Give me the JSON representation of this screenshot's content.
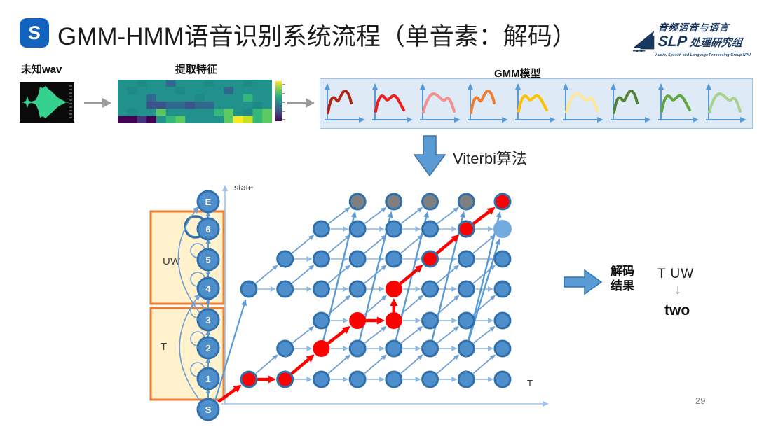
{
  "slide": {
    "title": "GMM-HMM语音识别系统流程（单音素：解码）",
    "page_number": "29"
  },
  "logo": {
    "line1": "音频语音与语言",
    "slp": "SLP",
    "line2": "处理研究组",
    "line3": "Audio, Speech and Language Processing Group NPU"
  },
  "pipeline": {
    "wav_label": "未知wav",
    "feature_label": "提取特征",
    "gmm_label": "GMM模型",
    "gmm_curve_colors": [
      "#B02418",
      "#EC1C1C",
      "#F4908E",
      "#ED7D31",
      "#FFC000",
      "#FFE699",
      "#538135",
      "#61A53F",
      "#A9D18E"
    ]
  },
  "viterbi": {
    "label": "Viterbi算法"
  },
  "result": {
    "label": "解码结果",
    "sequence": "T UW",
    "word": "two"
  },
  "trellis": {
    "state_axis_label": "state",
    "time_axis_label": "T",
    "chain_labels": [
      "S",
      "1",
      "2",
      "3",
      "4",
      "5",
      "6",
      "E"
    ],
    "word_boxes": [
      {
        "label": "T"
      },
      {
        "label": "UW"
      }
    ],
    "n_time_steps": 8,
    "red_path": [
      [
        1,
        1
      ],
      [
        1,
        2
      ],
      [
        2,
        3
      ],
      [
        3,
        4
      ],
      [
        3,
        5
      ],
      [
        4,
        5
      ],
      [
        5,
        6
      ],
      [
        6,
        7
      ],
      [
        7,
        8
      ]
    ],
    "gray_end_nodes": [
      [
        7,
        4
      ],
      [
        7,
        5
      ],
      [
        7,
        6
      ],
      [
        7,
        7
      ]
    ],
    "final_red_node": [
      7,
      8
    ],
    "light_node": [
      6,
      8
    ]
  },
  "colors": {
    "node_fill": "#4E8FCB",
    "node_border": "#2F70AD",
    "gray_fill": "#7F7F7F",
    "red": "#FF0000",
    "light_node_fill": "#74ABDF",
    "edge": "#6FA0D4",
    "edge_light": "#8FB8E0",
    "steep": "#5B9BD5",
    "box_border": "#ED7D31",
    "box_fill": "#FFF2CC",
    "axis": "#9DC3E6",
    "accent_blue": "#5B9BD5"
  }
}
